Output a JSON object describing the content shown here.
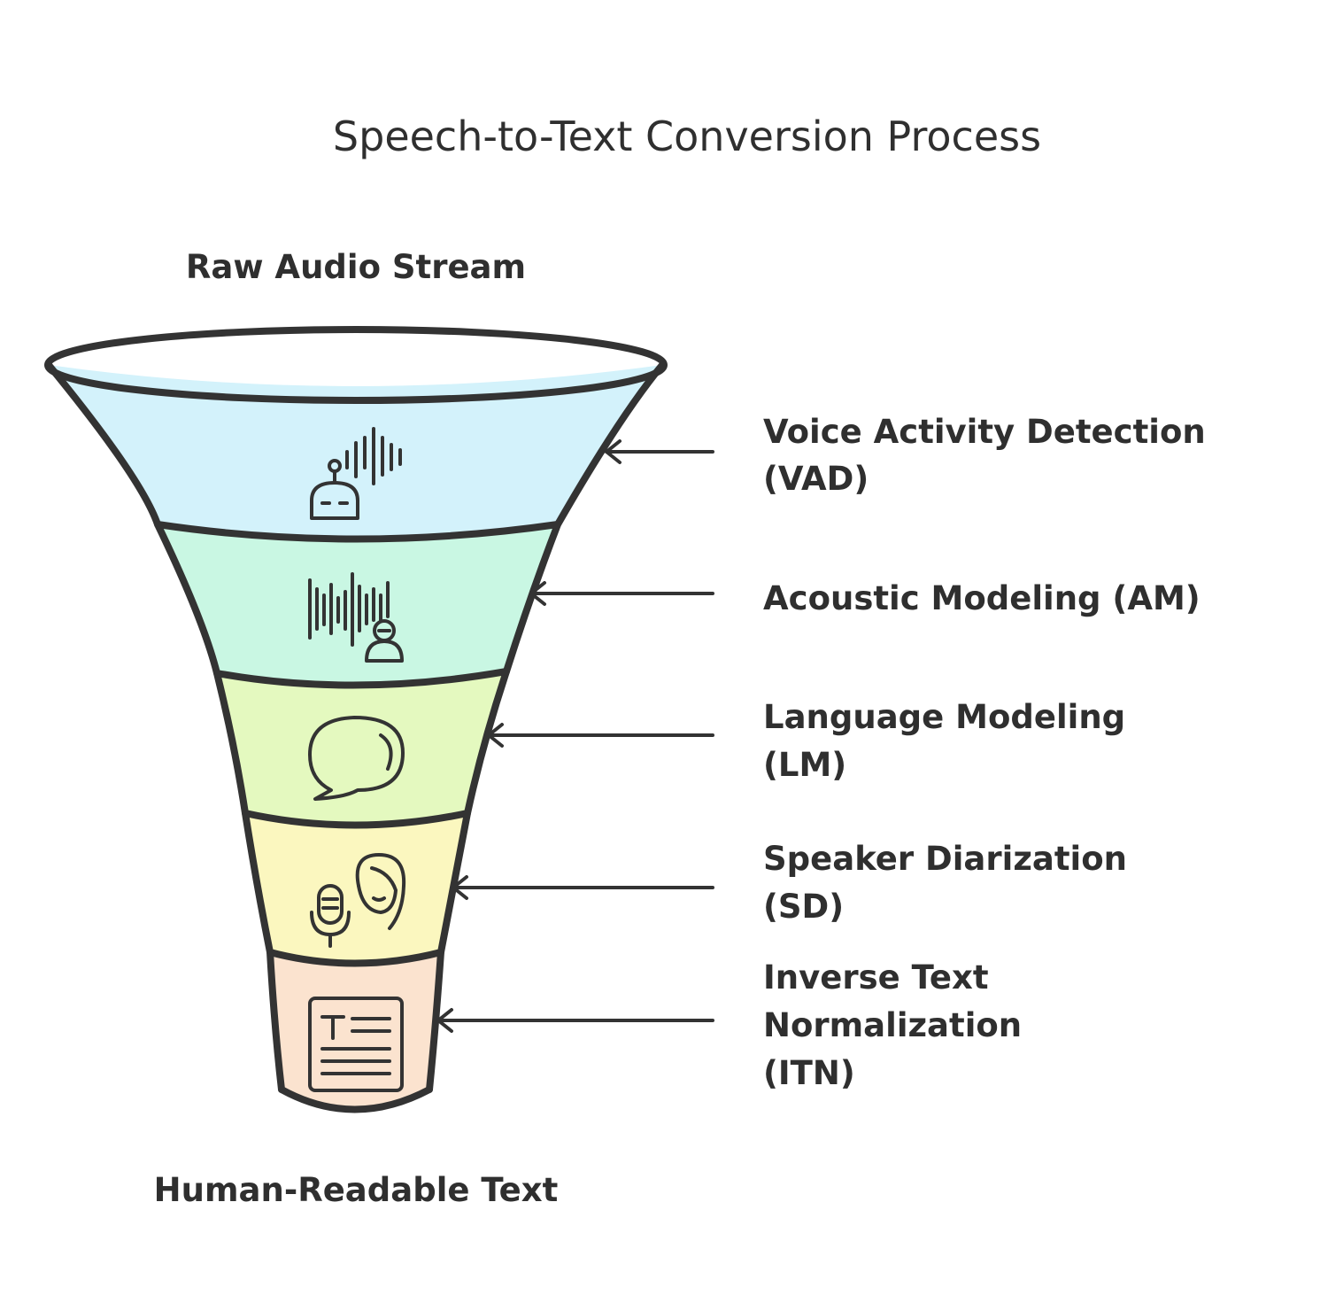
{
  "title": "Speech-to-Text Conversion Process",
  "input_label": "Raw Audio Stream",
  "output_label": "Human-Readable Text",
  "colors": {
    "vad": "#d3f2fb",
    "am": "#c9f7e3",
    "lm": "#e4f9bf",
    "sd": "#fbf7bf",
    "itn": "#fbe3cf",
    "outline": "#333333",
    "text": "#2f2f2f"
  },
  "stages": [
    {
      "key": "vad",
      "lines": [
        "Voice Activity Detection",
        "(VAD)"
      ],
      "icon": "robot-sound-wave-icon"
    },
    {
      "key": "am",
      "lines": [
        "Acoustic Modeling (AM)"
      ],
      "icon": "sound-wave-person-icon"
    },
    {
      "key": "lm",
      "lines": [
        "Language Modeling",
        "(LM)"
      ],
      "icon": "speech-bubble-icon"
    },
    {
      "key": "sd",
      "lines": [
        "Speaker Diarization",
        "(SD)"
      ],
      "icon": "microphone-speaker-icon"
    },
    {
      "key": "itn",
      "lines": [
        "Inverse Text",
        "Normalization",
        "(ITN)"
      ],
      "icon": "text-document-icon"
    }
  ]
}
